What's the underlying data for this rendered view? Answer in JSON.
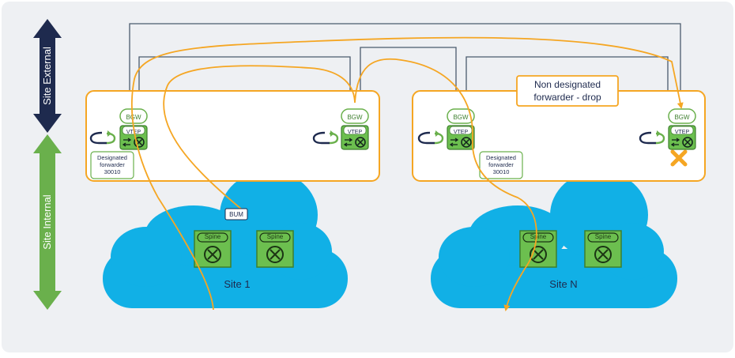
{
  "colors": {
    "background": "#eef0f3",
    "dark_navy": "#1e2a4e",
    "green": "#6ab04c",
    "orange": "#f5a623",
    "cloud_blue": "#11b0e6",
    "bgw_fill": "#6cbf4f",
    "connector": "#4a5b6d"
  },
  "labels": {
    "site_external": "Site External",
    "site_internal": "Site Internal",
    "non_designated": [
      "Non designated",
      "forwarder - drop"
    ],
    "designated_forwarder": [
      "Designated",
      "forwarder",
      "30010"
    ],
    "bgw": "BGW",
    "vtep": "VTEP",
    "spine": "Spine",
    "bum": "BUM",
    "site_1": "Site 1",
    "site_n": "Site N"
  },
  "icons": {
    "bgw_device": "router-x-icon",
    "spine_device": "switch-x-icon",
    "loop": "loop-arrow-icon",
    "drop": "drop-x-icon"
  }
}
